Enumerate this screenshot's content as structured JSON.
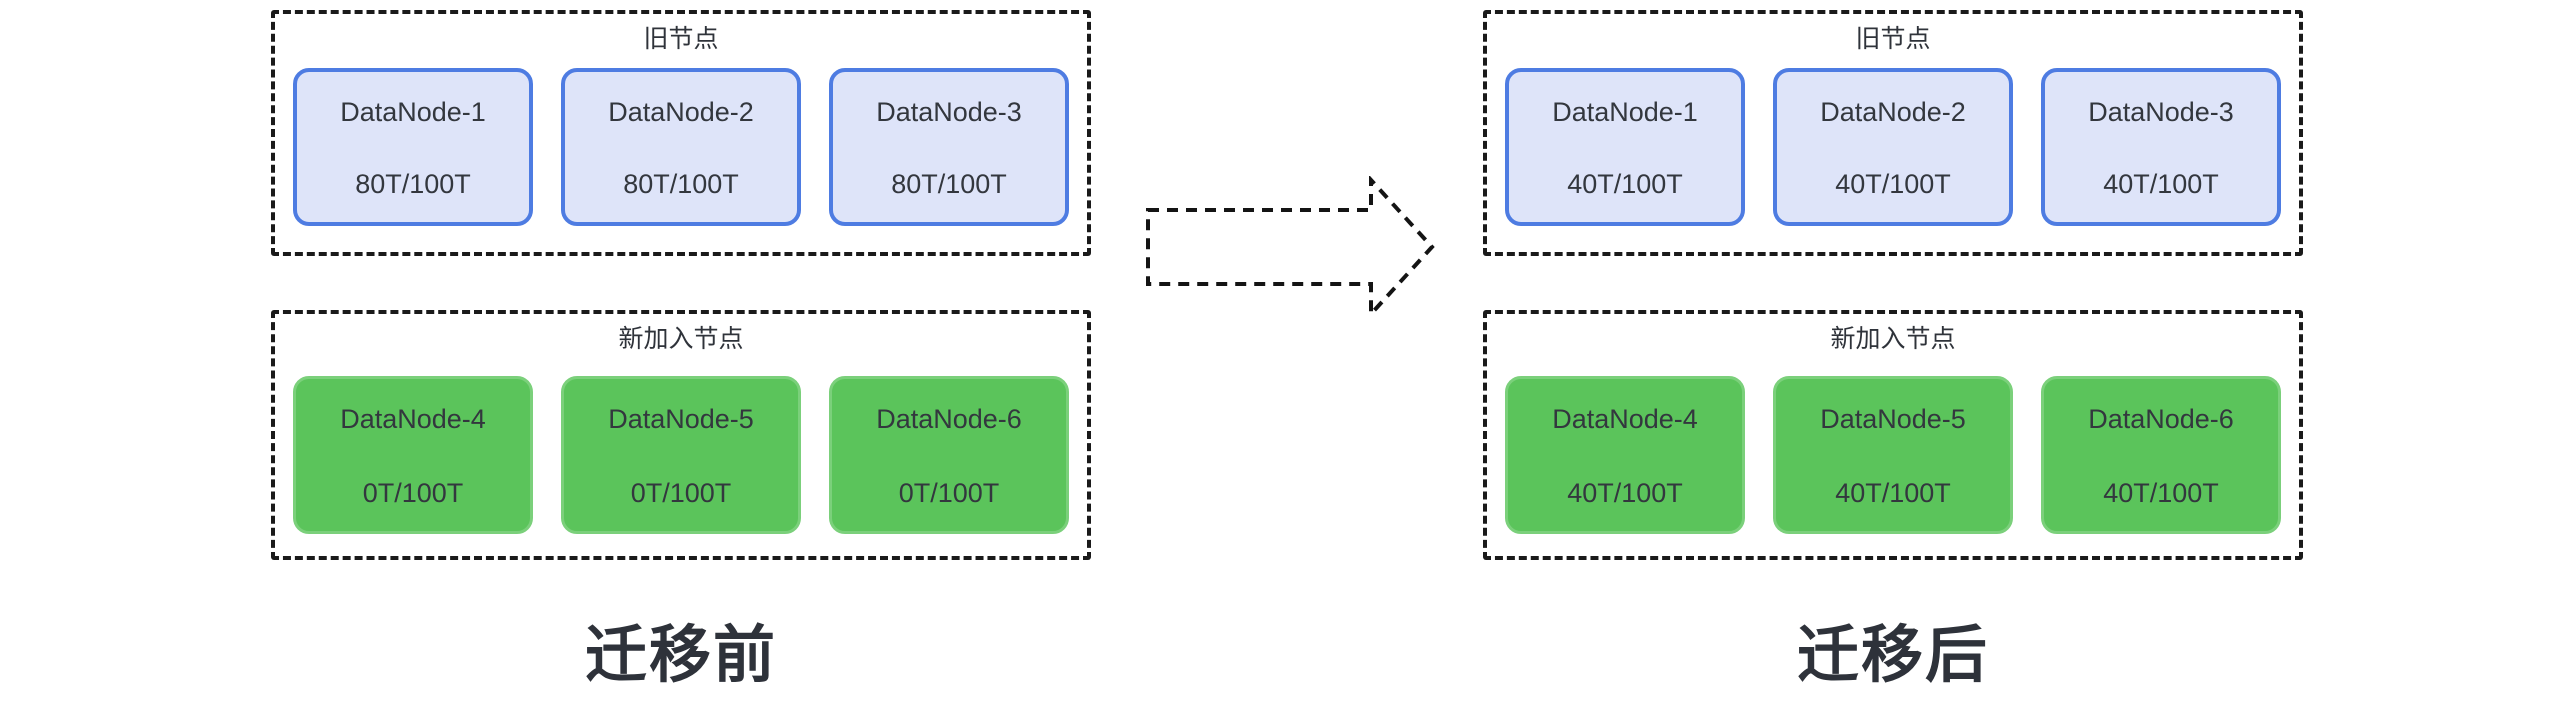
{
  "panels": [
    {
      "title": "迁移前",
      "groups": [
        {
          "label": "旧节点",
          "type": "old",
          "nodes": [
            {
              "name": "DataNode-1",
              "capacity": "80T/100T"
            },
            {
              "name": "DataNode-2",
              "capacity": "80T/100T"
            },
            {
              "name": "DataNode-3",
              "capacity": "80T/100T"
            }
          ]
        },
        {
          "label": "新加入节点",
          "type": "new",
          "nodes": [
            {
              "name": "DataNode-4",
              "capacity": "0T/100T"
            },
            {
              "name": "DataNode-5",
              "capacity": "0T/100T"
            },
            {
              "name": "DataNode-6",
              "capacity": "0T/100T"
            }
          ]
        }
      ]
    },
    {
      "title": "迁移后",
      "groups": [
        {
          "label": "旧节点",
          "type": "old",
          "nodes": [
            {
              "name": "DataNode-1",
              "capacity": "40T/100T"
            },
            {
              "name": "DataNode-2",
              "capacity": "40T/100T"
            },
            {
              "name": "DataNode-3",
              "capacity": "40T/100T"
            }
          ]
        },
        {
          "label": "新加入节点",
          "type": "new",
          "nodes": [
            {
              "name": "DataNode-4",
              "capacity": "40T/100T"
            },
            {
              "name": "DataNode-5",
              "capacity": "40T/100T"
            },
            {
              "name": "DataNode-6",
              "capacity": "40T/100T"
            }
          ]
        }
      ]
    }
  ],
  "arrow": {
    "direction": "right"
  },
  "colors": {
    "old_node_fill": "#dee4f9",
    "old_node_border": "#4e7ce2",
    "new_node_fill": "#5bc45b",
    "new_node_border": "#7bd07b",
    "outline": "#1a1a1a",
    "text": "#33373e"
  }
}
